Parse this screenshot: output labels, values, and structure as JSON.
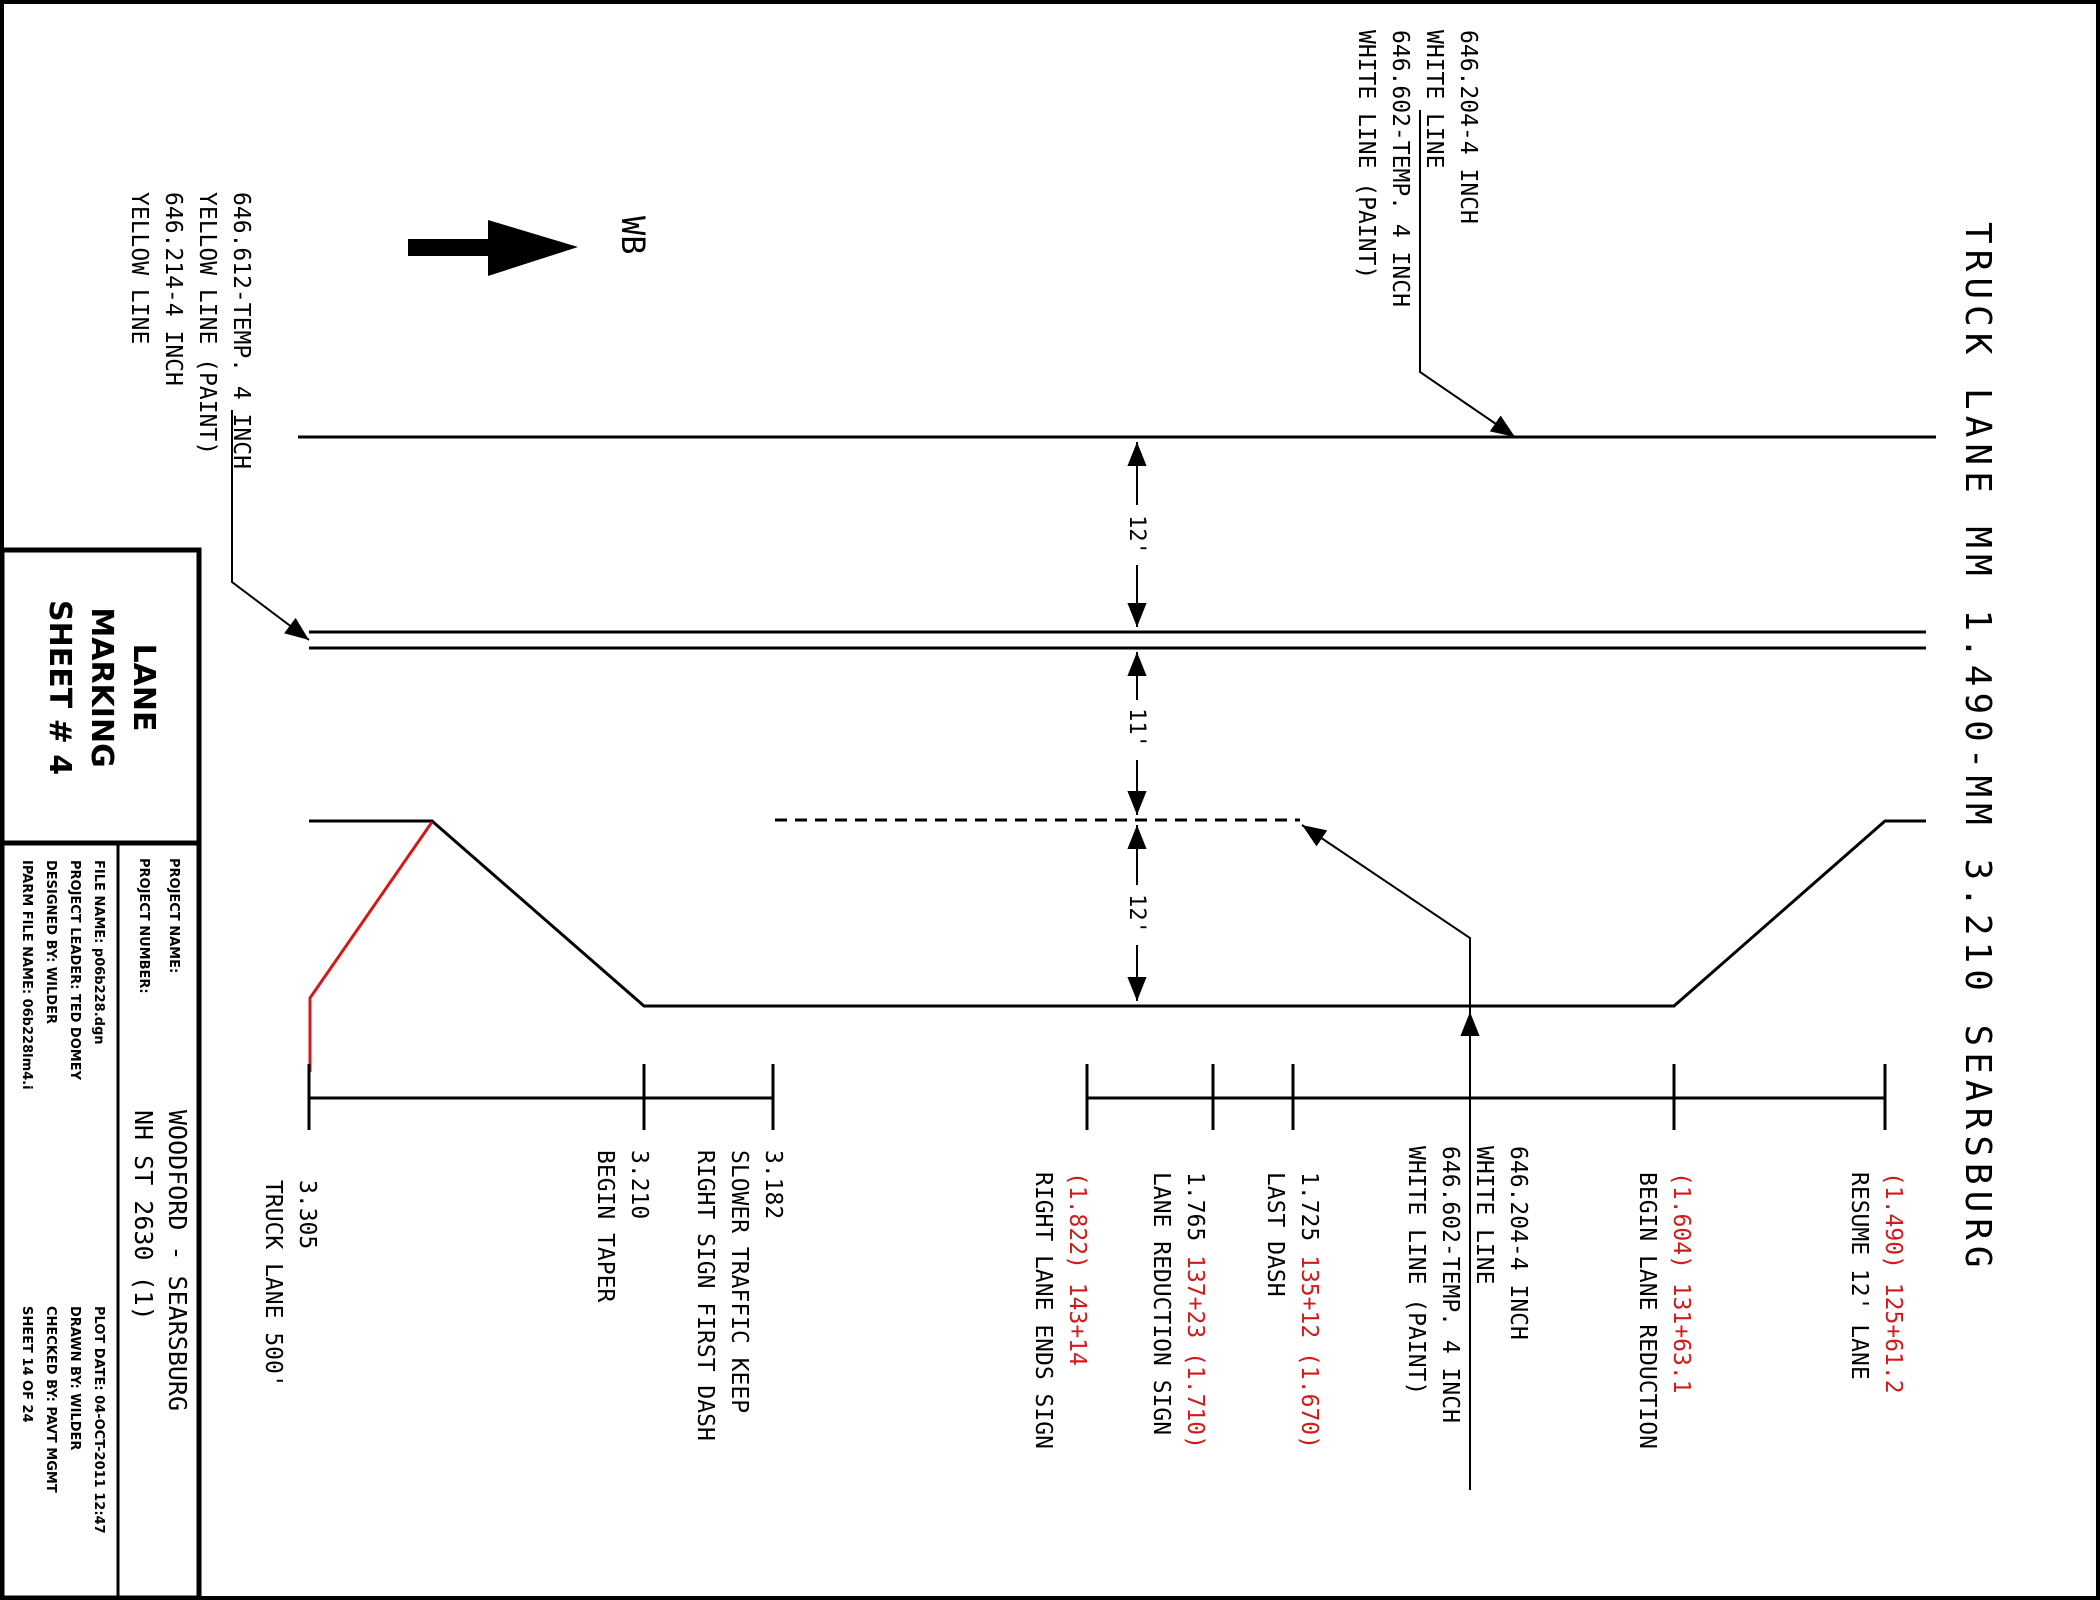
{
  "colors": {
    "ink": "#000000",
    "highlight": "#d11a1a",
    "background": "#ffffff"
  },
  "title": "TRUCK LANE MM 1.490-MM 3.210 SEARSBURG",
  "direction": {
    "label": "WB",
    "icon": "arrow-right-icon"
  },
  "callouts": {
    "top_white": [
      "646.204-4 INCH",
      "WHITE LINE",
      "646.602-TEMP. 4 INCH",
      "WHITE LINE (PAINT)"
    ],
    "yellow": [
      "646.612-TEMP. 4 INCH",
      "YELLOW LINE (PAINT)",
      "646.214-4 INCH",
      "YELLOW LINE"
    ],
    "lower_white": [
      "646.204-4 INCH",
      "WHITE LINE",
      "646.602-TEMP. 4 INCH",
      "WHITE LINE (PAINT)"
    ]
  },
  "dimensions": [
    "12'",
    "11'",
    "12'"
  ],
  "stations": [
    {
      "mm": "(1.490)",
      "sta": "125+61.2",
      "note": "RESUME 12' LANE"
    },
    {
      "mm": "(1.604)",
      "sta": "131+63.1",
      "note": "BEGIN LANE REDUCTION"
    },
    {
      "mm": "1.725",
      "sta": "135+12",
      "mm2": "(1.670)",
      "note": "LAST DASH"
    },
    {
      "mm": "1.765",
      "sta": "137+23",
      "mm2": "(1.710)",
      "note": "LANE REDUCTION SIGN"
    },
    {
      "mm": "(1.822)",
      "sta": "143+14",
      "note": "RIGHT LANE ENDS SIGN"
    },
    {
      "mm": "3.182",
      "note1": "SLOWER TRAFFIC KEEP",
      "note2": "RIGHT SIGN FIRST DASH"
    },
    {
      "mm": "3.210",
      "note": "BEGIN TAPER"
    },
    {
      "mm": "3.305",
      "note": "TRUCK LANE 500'"
    }
  ],
  "title_block": {
    "sheet_title": [
      "LANE",
      "MARKING",
      "SHEET # 4"
    ],
    "project_name_label": "PROJECT NAME:",
    "project_name": "WOODFORD - SEARSBURG",
    "project_number_label": "PROJECT NUMBER:",
    "project_number": "NH ST 2630 (1)",
    "file_name": "FILE NAME: p06b228.dgn",
    "project_leader": "PROJECT LEADER: TED DOMEY",
    "designed_by": "DESIGNED BY: WILDER",
    "iparm_file": "IPARM FILE NAME: 06b228lm4.i",
    "plot_date": "PLOT DATE: 04-OCT-2011 12:47",
    "drawn_by": "DRAWN BY: WILDER",
    "checked_by": "CHECKED BY: PAVT MGMT",
    "sheet_of": "SHEET 14 OF 24"
  }
}
